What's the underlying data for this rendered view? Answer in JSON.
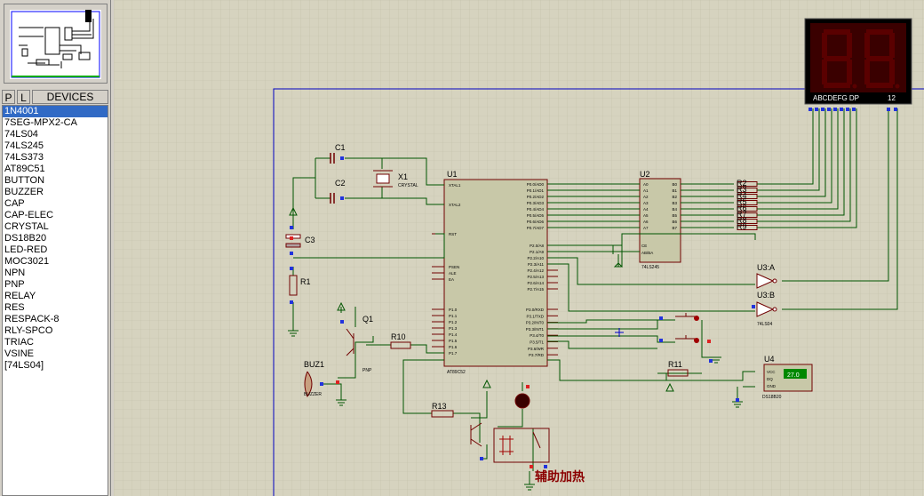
{
  "panel": {
    "p_label": "P",
    "l_label": "L",
    "devices_title": "DEVICES",
    "devices": [
      "1N4001",
      "7SEG-MPX2-CA",
      "74LS04",
      "74LS245",
      "74LS373",
      "AT89C51",
      "BUTTON",
      "BUZZER",
      "CAP",
      "CAP-ELEC",
      "CRYSTAL",
      "DS18B20",
      "LED-RED",
      "MOC3021",
      "NPN",
      "PNP",
      "RELAY",
      "RES",
      "RESPACK-8",
      "RLY-SPCO",
      "TRIAC",
      "VSINE",
      "[74LS04]"
    ],
    "selected_index": 0
  },
  "schematic": {
    "seg_display": {
      "pins_label": "ABCDEFG DP",
      "digits_label": "12"
    },
    "parts": {
      "c1": "C1",
      "c2": "C2",
      "c3": "C3",
      "x1": "X1",
      "x1_type": "CRYSTAL",
      "r1": "R1",
      "q1": "Q1",
      "q1_type": "PNP",
      "r10": "R10",
      "buz1": "BUZ1",
      "buz1_type": "BUZZER",
      "u1": "U1",
      "u1_type": "AT89C52",
      "u2": "U2",
      "u2_type": "74LS245",
      "u3a": "U3:A",
      "u3b": "U3:B",
      "u3_type": "74LS04",
      "r2": "R2",
      "r3": "R3",
      "r4": "R4",
      "r5": "R5",
      "r6": "R6",
      "r7": "R7",
      "r8": "R8",
      "r9": "R9",
      "r11": "R11",
      "r13": "R13",
      "u4": "U4",
      "u4_type": "DS18B20",
      "u4_value": "27.0",
      "u4_vcc": "VCC",
      "u4_dq": "DQ",
      "u4_gnd": "GND"
    },
    "u1_left_pins": [
      "XTAL1",
      "XTAL2",
      "RST",
      "PSEN",
      "ALE",
      "EA",
      "P1.0",
      "P1.1",
      "P1.2",
      "P1.3",
      "P1.4",
      "P1.5",
      "P1.6",
      "P1.7"
    ],
    "u1_right_pins": [
      "P0.0/AD0",
      "P0.1/AD1",
      "P0.2/AD2",
      "P0.3/AD3",
      "P0.4/AD4",
      "P0.5/AD5",
      "P0.6/AD6",
      "P0.7/AD7",
      "P2.0/A8",
      "P2.1/A9",
      "P2.2/A10",
      "P2.3/A11",
      "P2.4/A12",
      "P2.5/A13",
      "P2.6/A14",
      "P2.7/A15",
      "P3.0/RXD",
      "P3.1/TXD",
      "P3.2/INT0",
      "P3.3/INT1",
      "P3.4/T0",
      "P3.5/T1",
      "P3.6/WR",
      "P3.7/RD"
    ],
    "u2_a_pins": [
      "A0",
      "A1",
      "A2",
      "A3",
      "A4",
      "A5",
      "A6",
      "A7"
    ],
    "u2_b_pins": [
      "B0",
      "B1",
      "B2",
      "B3",
      "B4",
      "B5",
      "B6",
      "B7"
    ],
    "u2_ctrl": [
      "CE",
      "AB/BA"
    ],
    "annotation": "辅助加热"
  }
}
